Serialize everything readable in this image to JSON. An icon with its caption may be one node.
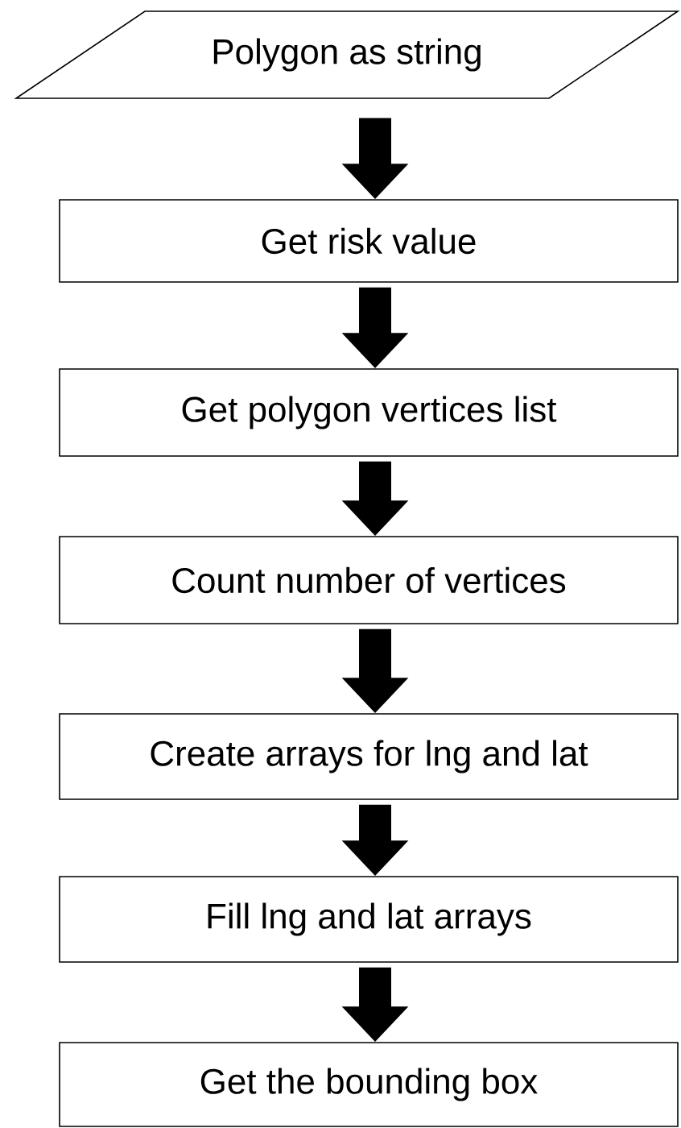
{
  "diagram": {
    "nodes": [
      {
        "text": [
          "Polygon as string"
        ]
      },
      {
        "text": [
          "Get risk value"
        ]
      },
      {
        "text": [
          "Get polygon vertices list"
        ]
      },
      {
        "text": [
          "Count number of vertices"
        ]
      },
      {
        "text": [
          "Create arrays for lng and lat"
        ]
      },
      {
        "text": [
          "Fill lng and lat arrays"
        ]
      },
      {
        "text": [
          "Get the bounding box"
        ]
      }
    ],
    "edges": [
      {
        "from": 0,
        "to": 1,
        "arrow": "to"
      },
      {
        "from": 1,
        "to": 2,
        "arrow": "to"
      },
      {
        "from": 2,
        "to": 3,
        "arrow": "to"
      },
      {
        "from": 3,
        "to": 4,
        "arrow": "to"
      },
      {
        "from": 4,
        "to": 5,
        "arrow": "to"
      },
      {
        "from": 5,
        "to": 6,
        "arrow": "to"
      }
    ]
  }
}
